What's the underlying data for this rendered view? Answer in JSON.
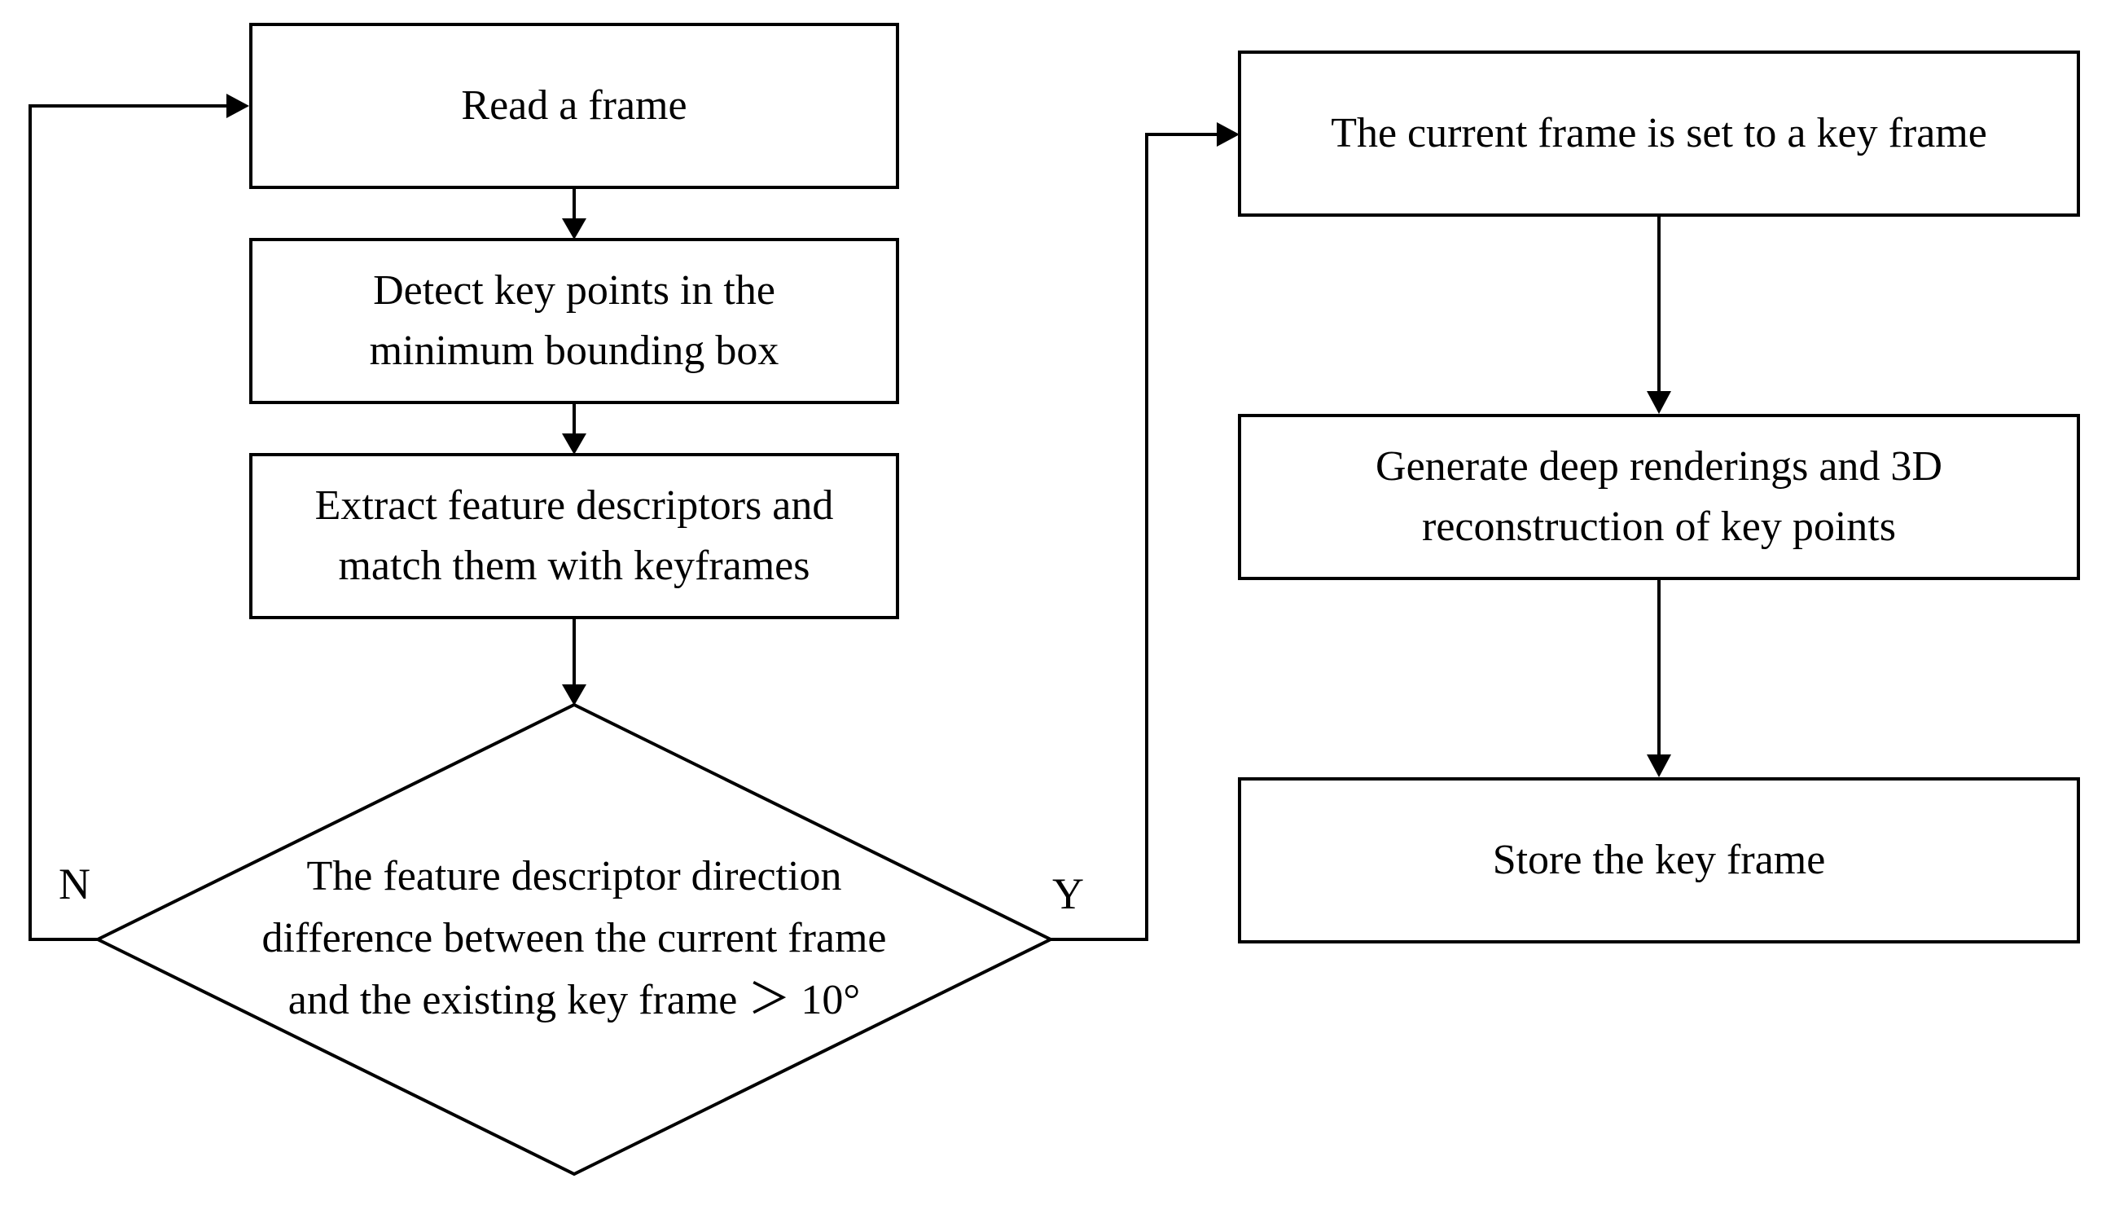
{
  "diagram": {
    "nodes": {
      "read_frame": "Read a frame",
      "detect_keypoints": [
        "Detect key points in the",
        "minimum bounding box"
      ],
      "extract_descriptors": [
        "Extract feature descriptors and",
        "match them with keyframes"
      ],
      "decision": [
        "The feature descriptor direction",
        "difference between the current frame",
        "and the existing key frame ＞ 10°"
      ],
      "set_key_frame": "The current frame is set to a key frame",
      "generate_renderings": [
        "Generate deep renderings and 3D",
        "reconstruction of key points"
      ],
      "store_key_frame": "Store the key frame"
    },
    "branches": {
      "no": "N",
      "yes": "Y"
    },
    "colors": {
      "stroke": "#000000",
      "background": "#ffffff"
    }
  }
}
